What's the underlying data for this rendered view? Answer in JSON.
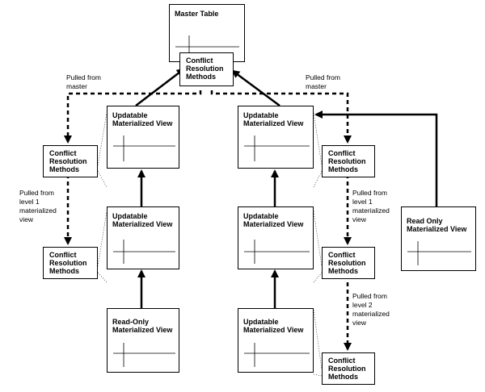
{
  "diagram": {
    "master": {
      "title": "Master Table"
    },
    "crm_master": {
      "label": [
        "Conflict",
        "Resolution",
        "Methods"
      ]
    },
    "left": {
      "view1": {
        "label": [
          "Updatable",
          "Materialized View"
        ]
      },
      "crm1": {
        "label": [
          "Conflict",
          "Resolution",
          "Methods"
        ]
      },
      "view2": {
        "label": [
          "Updatable",
          "Materialized View"
        ]
      },
      "crm2": {
        "label": [
          "Conflict",
          "Resolution",
          "Methods"
        ]
      },
      "view3": {
        "label": [
          "Read-Only",
          "Materialized View"
        ]
      }
    },
    "right": {
      "view1": {
        "label": [
          "Updatable",
          "Materialized View"
        ]
      },
      "crm1": {
        "label": [
          "Conflict",
          "Resolution",
          "Methods"
        ]
      },
      "view2": {
        "label": [
          "Updatable",
          "Materialized View"
        ]
      },
      "crm2": {
        "label": [
          "Conflict",
          "Resolution",
          "Methods"
        ]
      },
      "view3": {
        "label": [
          "Updatable",
          "Materialized View"
        ]
      },
      "crm3": {
        "label": [
          "Conflict",
          "Resolution",
          "Methods"
        ]
      }
    },
    "readonly": {
      "label": [
        "Read Only",
        "Materialized View"
      ]
    },
    "notes": {
      "pulled_master_left": [
        "Pulled from",
        "master"
      ],
      "pulled_master_right": [
        "Pulled from",
        "master"
      ],
      "pulled_level1_left": [
        "Pulled from",
        "level 1",
        "materialized",
        "view"
      ],
      "pulled_level1_right": [
        "Pulled from",
        "level 1",
        "materialized",
        "view"
      ],
      "pulled_level2_right": [
        "Pulled from",
        "level 2",
        "materialized",
        "view"
      ]
    }
  }
}
